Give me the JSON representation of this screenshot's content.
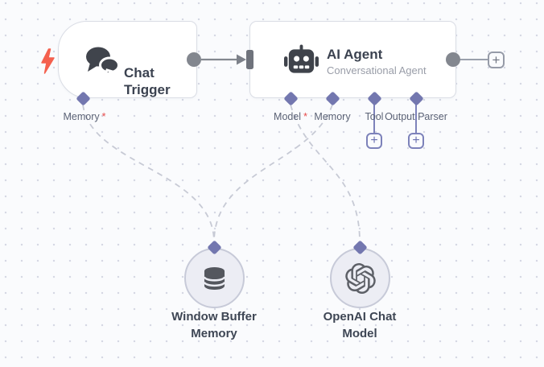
{
  "glyphs": {
    "plus": "+",
    "required_marker": "*"
  },
  "colors": {
    "endpoint_accent": "#7377af",
    "required_red": "#e64a4a",
    "trigger_bolt": "#f4604e",
    "dashed_connection": "#c7cad5",
    "solid_connection": "#83878f"
  },
  "chat_trigger": {
    "title": "Chat Trigger",
    "memory_endpoint_label": "Memory"
  },
  "ai_agent": {
    "title": "AI Agent",
    "subtitle": "Conversational Agent",
    "endpoints": [
      {
        "label": "Model",
        "required": true
      },
      {
        "label": "Memory",
        "required": false
      },
      {
        "label": "Tool",
        "required": false
      },
      {
        "label": "Output Parser",
        "required": false
      }
    ]
  },
  "memory_node": {
    "title": "Window Buffer Memory"
  },
  "model_node": {
    "title": "OpenAI Chat Model"
  }
}
